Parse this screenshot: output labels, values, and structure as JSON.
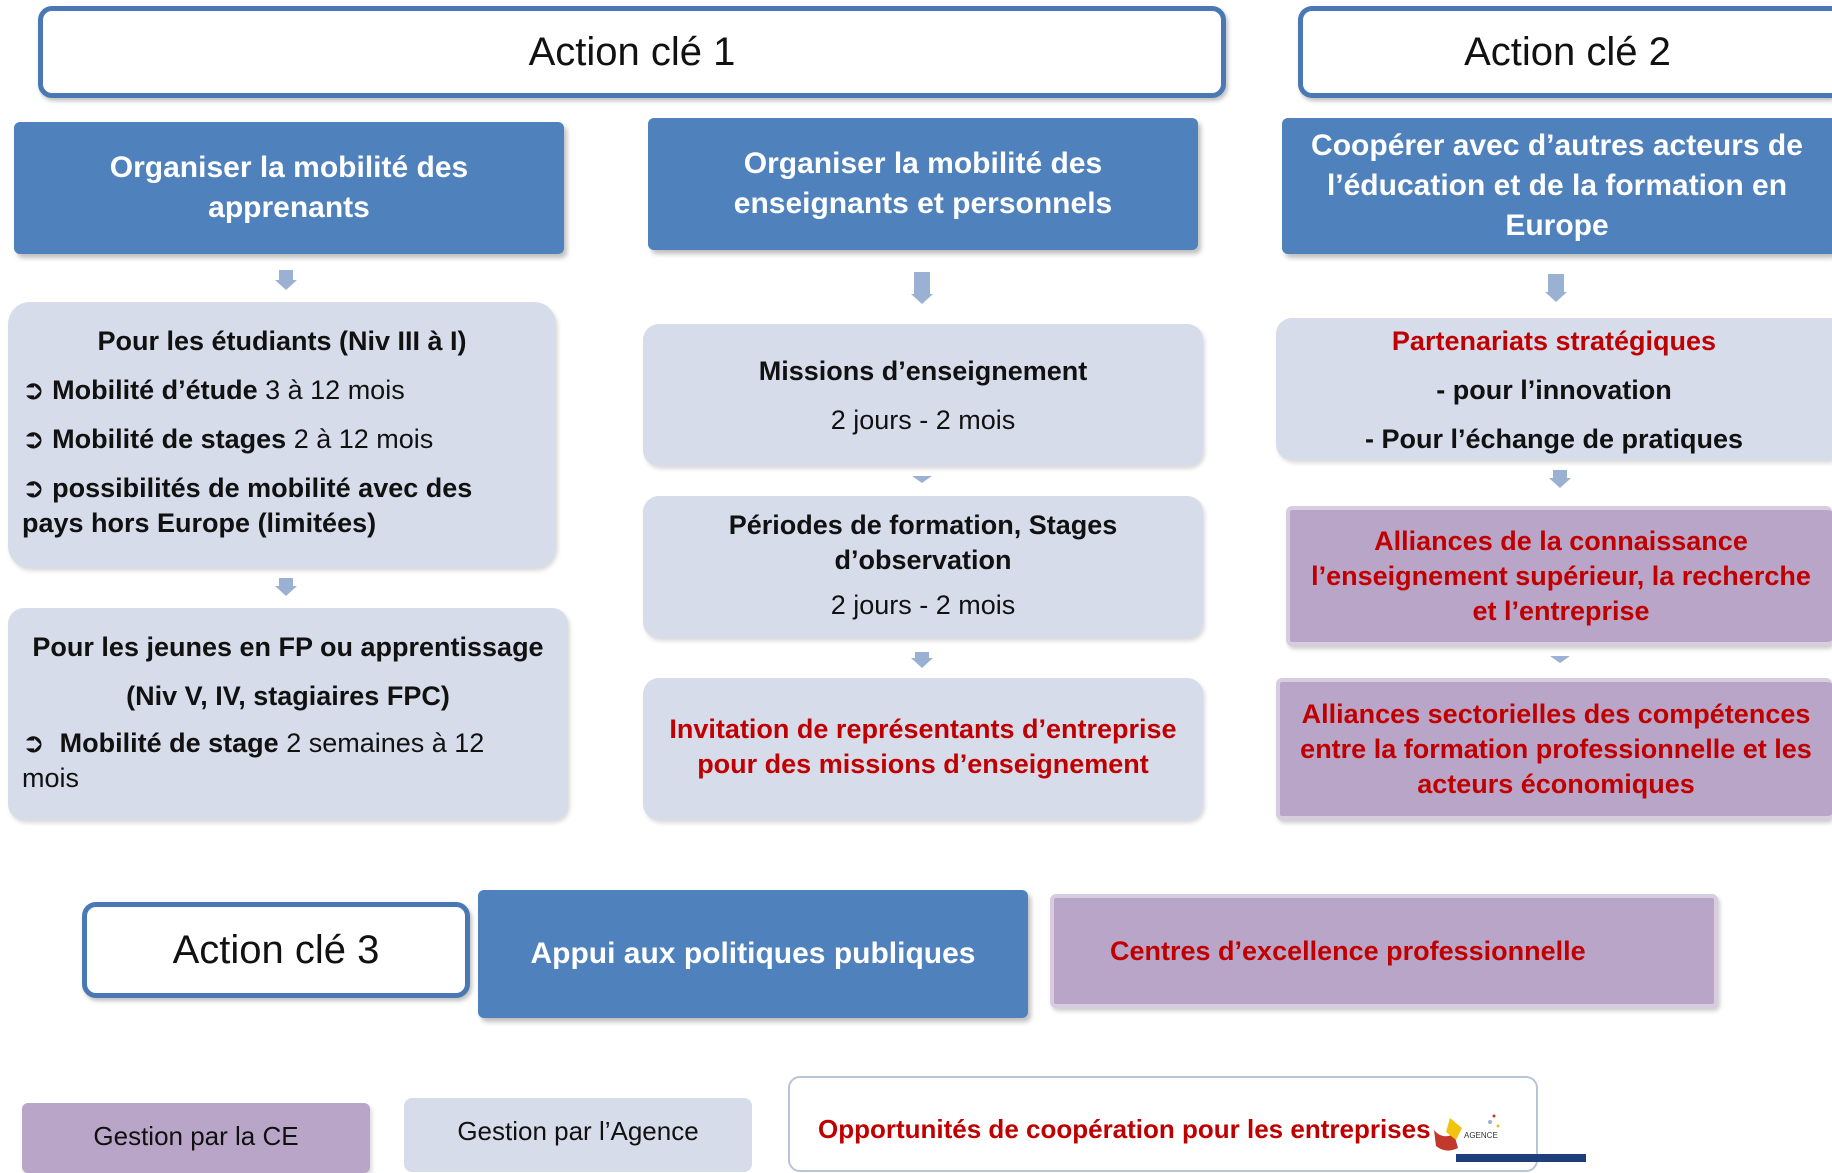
{
  "ka1": {
    "title": "Action clé 1",
    "col1": {
      "header": "Organiser la mobilité des apprenants",
      "box1": {
        "title": "Pour les étudiants (Niv III à I)",
        "items": [
          {
            "bold": "Mobilité d’étude",
            "rest": " 3 à  12 mois"
          },
          {
            "bold": "Mobilité de stages",
            "rest": " 2 à 12 mois"
          },
          {
            "bold": "possibilités de mobilité avec des pays hors Europe (limitées)",
            "rest": ""
          }
        ]
      },
      "box2": {
        "title": "Pour les jeunes en FP ou apprentissage",
        "subtitle": "(Niv V, IV, stagiaires FPC)",
        "item": {
          "bold": "Mobilité de stage",
          "rest": " 2 semaines à 12 mois"
        }
      }
    },
    "col2": {
      "header": "Organiser la mobilité des enseignants et personnels",
      "box1": {
        "title": "Missions d’enseignement",
        "duration": "2 jours - 2 mois"
      },
      "box2": {
        "title": "Périodes de formation, Stages d’observation",
        "duration": "2 jours - 2 mois"
      },
      "box3": {
        "title": "Invitation de représentants d’entreprise pour des missions d’enseignement"
      }
    }
  },
  "ka2": {
    "title": "Action clé 2",
    "header": "Coopérer avec d’autres acteurs de l’éducation et de la formation en Europe",
    "box1": {
      "title": "Partenariats stratégiques",
      "line1": "- pour l’innovation",
      "line2": "- Pour l’échange de pratiques"
    },
    "box2": "Alliances de la connaissance l’enseignement supérieur, la recherche et l’entreprise",
    "box3": "Alliances sectorielles des compétences entre la formation professionnelle et les acteurs économiques"
  },
  "ka3": {
    "title": "Action clé 3",
    "blue": "Appui aux politiques publiques",
    "purple": "Centres d’excellence professionnelle"
  },
  "legend": {
    "ce": "Gestion par la CE",
    "agence": "Gestion par l’Agence",
    "opportunites": "Opportunités de coopération pour les entreprises"
  },
  "logo": {
    "small_text": "AGENCE"
  },
  "colors": {
    "blue_header": "#4f81bd",
    "light_box": "#d6dcea",
    "purple_box": "#b9a5c8",
    "red_text": "#c00000",
    "title_border": "#4a78b5"
  }
}
